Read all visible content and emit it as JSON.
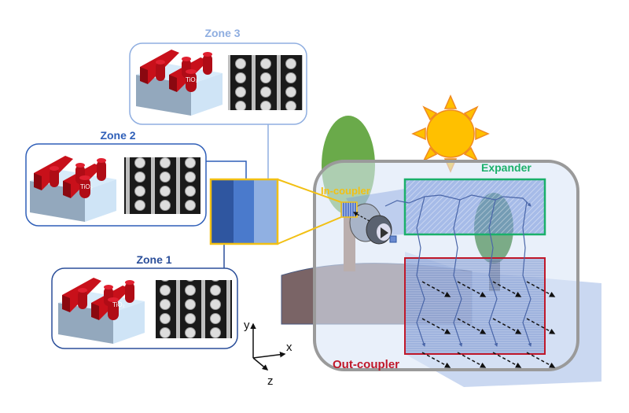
{
  "zones": [
    {
      "label": "Zone 3",
      "color": "#8faee0",
      "material": "TiO₂"
    },
    {
      "label": "Zone 2",
      "color": "#2f5fb8",
      "material": "TiO₂"
    },
    {
      "label": "Zone 1",
      "color": "#2b4f9a",
      "material": "TiO₂"
    }
  ],
  "lens_stripes": [
    "#2f56a0",
    "#4a7acc",
    "#90b0e2"
  ],
  "labels": {
    "in_coupler": "In-coupler",
    "expander": "Expander",
    "out_coupler": "Out-coupler"
  },
  "axes": {
    "x": "x",
    "y": "y",
    "z": "z"
  },
  "colors": {
    "in_coupler": "#f2c014",
    "expander": "#1ab06a",
    "out_coupler": "#c0182a",
    "pillar": "#c8101a",
    "sun": "#ffc000",
    "tree": "#6aaa4a"
  }
}
